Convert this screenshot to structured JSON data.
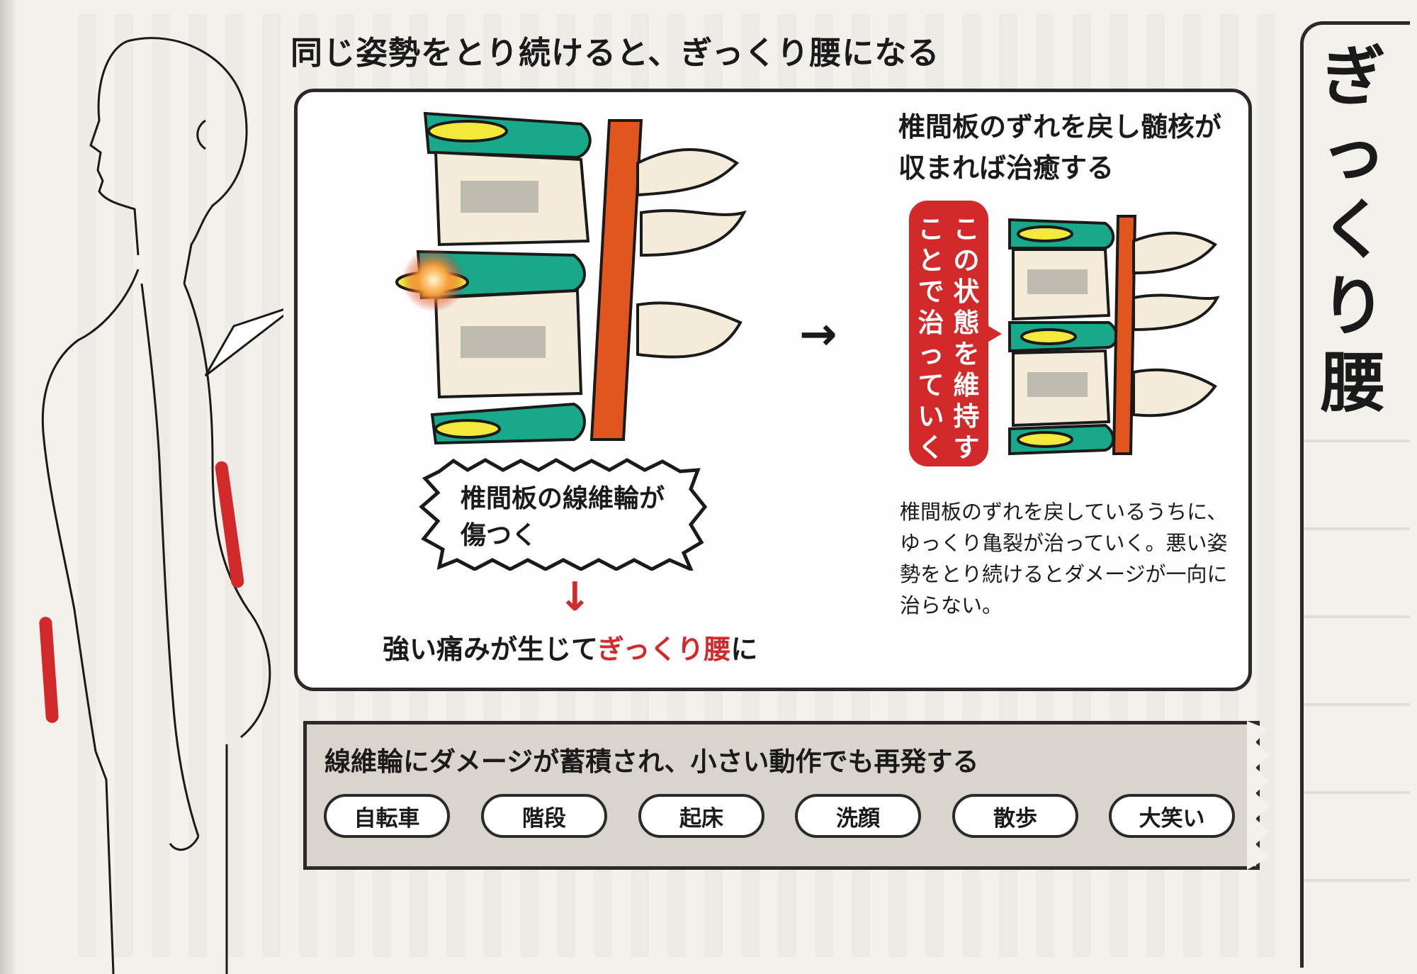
{
  "main_title": "同じ姿勢をとり続けると、ぎっくり腰になる",
  "side_title": "ぎっくり腰",
  "damage_label": "椎間板の線維輪が傷つく",
  "result": {
    "prefix": "強い痛みが生じて",
    "highlight": "ぎっくり腰",
    "suffix": "に"
  },
  "heal": {
    "title": "椎間板のずれを戻し髄核が収まれば治癒する",
    "callout_col1": "この状態を維持する",
    "callout_col2": "ことで治っていく",
    "description": "椎間板のずれを戻しているうちに、ゆっくり亀裂が治っていく。悪い姿勢をとり続けるとダメージが一向に治らない。"
  },
  "recurrence": {
    "title": "線維輪にダメージが蓄積され、小さい動作でも再発する",
    "triggers": [
      "自転車",
      "階段",
      "起床",
      "洗顔",
      "散歩",
      "大笑い"
    ]
  },
  "arrows": {
    "down": "↓",
    "right": "→"
  },
  "colors": {
    "accent_red": "#d22a2a",
    "disc_green": "#1aa88a",
    "nucleus_yellow": "#f2e93a",
    "bone_cream": "#f4ecd8",
    "nerve_orange": "#e0561e"
  },
  "icons": [
    "human-body-figure",
    "spine-disc-illustration",
    "pain-glow-icon"
  ]
}
